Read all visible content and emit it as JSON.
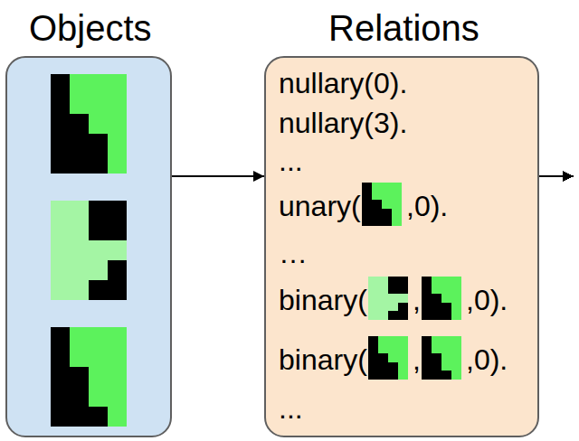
{
  "diagram": {
    "nodes": [
      {
        "text": [
          "Objects"
        ]
      },
      {
        "text": [
          "Relations",
          "nullary(0).",
          "nullary(3).",
          "...",
          "unary(",
          ",0).",
          "…",
          "binary(",
          ",",
          ",0).",
          "binary(",
          ",",
          ",0).",
          "..."
        ]
      }
    ],
    "edges": [
      {
        "from": 0,
        "to": 1,
        "arrow": "to"
      }
    ]
  }
}
